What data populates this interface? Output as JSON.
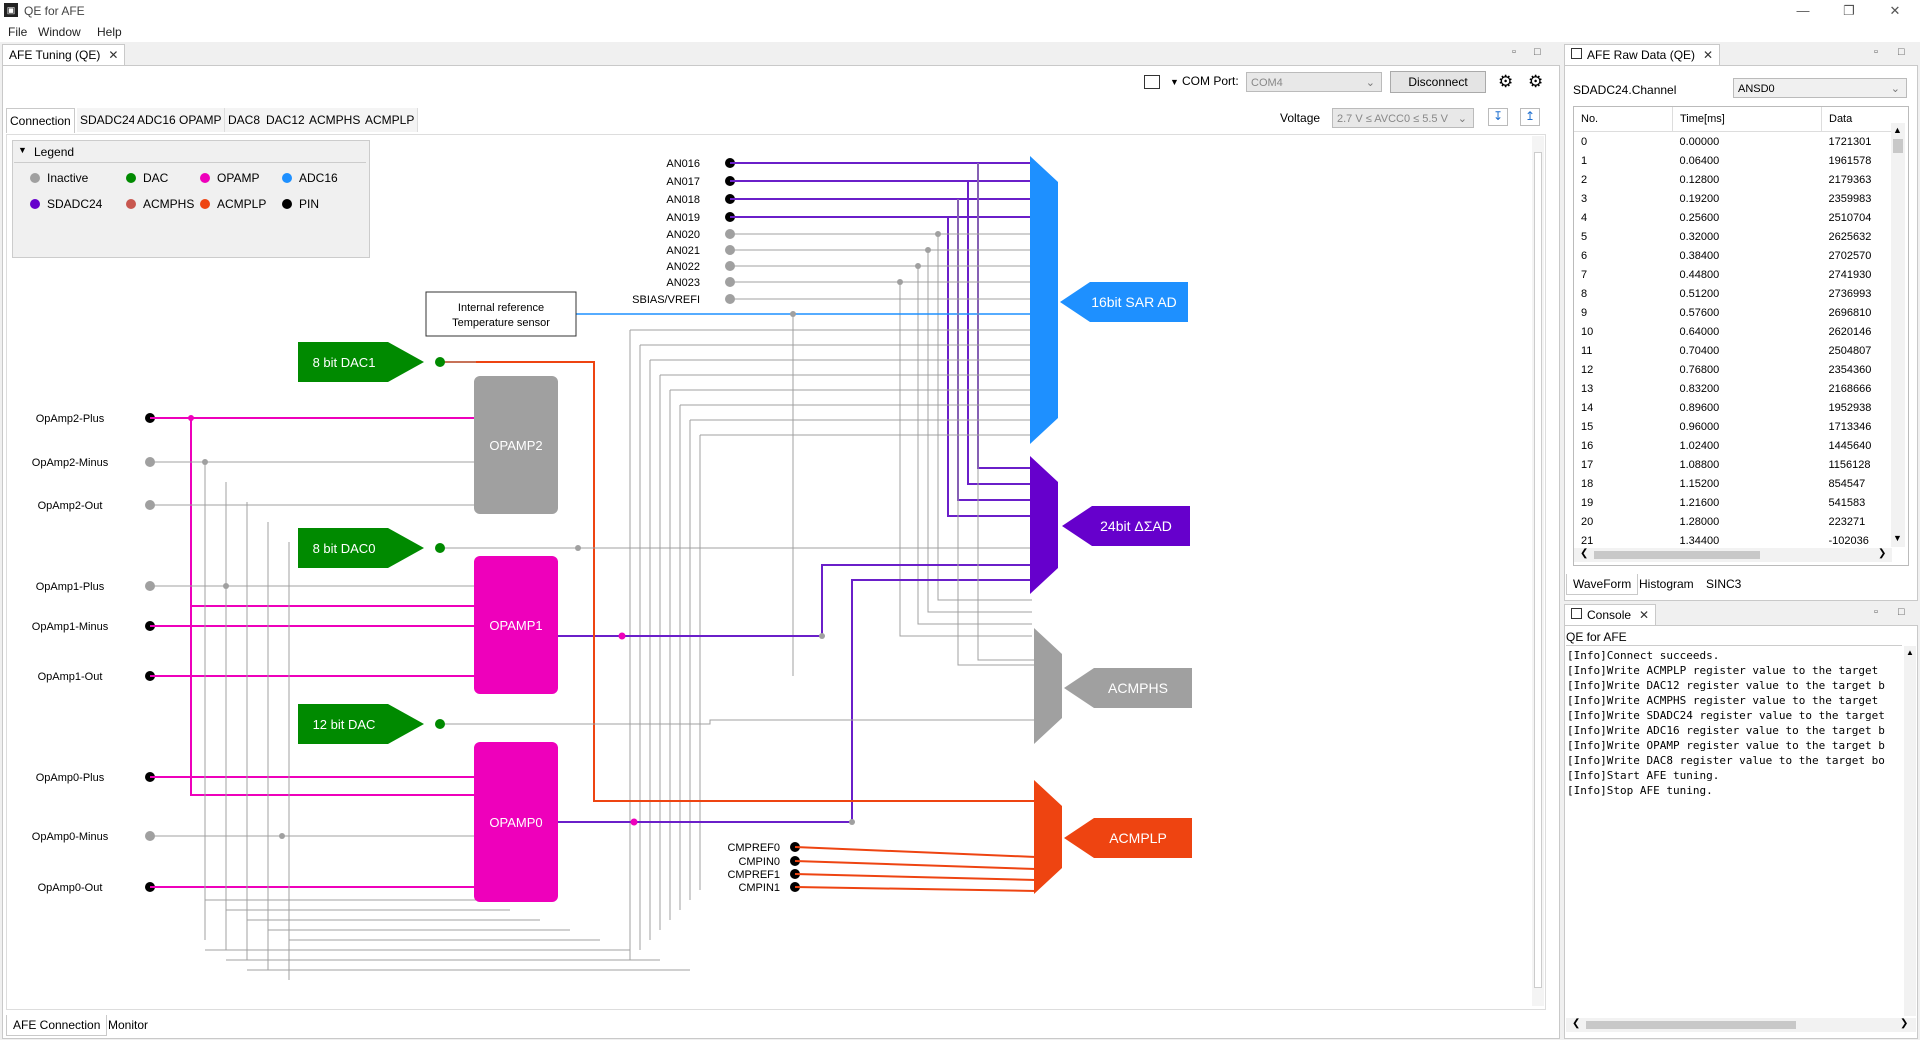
{
  "window": {
    "title": "QE for AFE"
  },
  "menu": [
    "File",
    "Window",
    "Help"
  ],
  "left_panel": {
    "tab": "AFE Tuning (QE)",
    "com_port_label": "COM Port:",
    "com_port_value": "COM4",
    "disconnect": "Disconnect",
    "voltage_label": "Voltage",
    "voltage_value": "2.7 V ≤ AVCC0 ≤ 5.5 V",
    "subtabs": [
      "Connection",
      "SDADC24",
      "ADC16",
      "OPAMP",
      "DAC8",
      "DAC12",
      "ACMPHS",
      "ACMPLP"
    ],
    "bottom_tabs": [
      "AFE Connection",
      "Monitor"
    ]
  },
  "legend": {
    "title": "Legend",
    "items": [
      "Inactive",
      "DAC",
      "OPAMP",
      "ADC16",
      "SDADC24",
      "ACMPHS",
      "ACMPLP",
      "PIN"
    ],
    "colors": [
      "#a0a0a0",
      "#008a00",
      "#ee00bb",
      "#1e90ff",
      "#6600cc",
      "#c8574f",
      "#ee4411",
      "#000000"
    ]
  },
  "diagram": {
    "an_pins": [
      "AN016",
      "AN017",
      "AN018",
      "AN019",
      "AN020",
      "AN021",
      "AN022",
      "AN023",
      "SBIAS/VREFI"
    ],
    "internal_ref": [
      "Internal reference",
      "Temperature sensor"
    ],
    "dac1": "8 bit DAC1",
    "dac0": "8 bit DAC0",
    "dac12": "12 bit DAC",
    "opamp2": "OPAMP2",
    "opamp1": "OPAMP1",
    "opamp0": "OPAMP0",
    "op_pins": [
      "OpAmp2-Plus",
      "OpAmp2-Minus",
      "OpAmp2-Out",
      "OpAmp1-Plus",
      "OpAmp1-Minus",
      "OpAmp1-Out",
      "OpAmp0-Plus",
      "OpAmp0-Minus",
      "OpAmp0-Out"
    ],
    "sar_label": "16bit SAR AD",
    "sd_label": "24bit  ΔΣAD",
    "acmphs_label": "ACMPHS",
    "acmplp_label": "ACMPLP",
    "cmp_pins": [
      "CMPREF0",
      "CMPIN0",
      "CMPREF1",
      "CMPIN1"
    ]
  },
  "raw_panel": {
    "tab": "AFE Raw Data (QE)",
    "channel_label": "SDADC24.Channel",
    "channel_value": "ANSD0",
    "columns": [
      "No.",
      "Time[ms]",
      "Data"
    ],
    "rows": [
      [
        "0",
        "0.00000",
        "1721301"
      ],
      [
        "1",
        "0.06400",
        "1961578"
      ],
      [
        "2",
        "0.12800",
        "2179363"
      ],
      [
        "3",
        "0.19200",
        "2359983"
      ],
      [
        "4",
        "0.25600",
        "2510704"
      ],
      [
        "5",
        "0.32000",
        "2625632"
      ],
      [
        "6",
        "0.38400",
        "2702570"
      ],
      [
        "7",
        "0.44800",
        "2741930"
      ],
      [
        "8",
        "0.51200",
        "2736993"
      ],
      [
        "9",
        "0.57600",
        "2696810"
      ],
      [
        "10",
        "0.64000",
        "2620146"
      ],
      [
        "11",
        "0.70400",
        "2504807"
      ],
      [
        "12",
        "0.76800",
        "2354360"
      ],
      [
        "13",
        "0.83200",
        "2168666"
      ],
      [
        "14",
        "0.89600",
        "1952938"
      ],
      [
        "15",
        "0.96000",
        "1713346"
      ],
      [
        "16",
        "1.02400",
        "1445640"
      ],
      [
        "17",
        "1.08800",
        "1156128"
      ],
      [
        "18",
        "1.15200",
        "854547"
      ],
      [
        "19",
        "1.21600",
        "541583"
      ],
      [
        "20",
        "1.28000",
        "223271"
      ],
      [
        "21",
        "1.34400",
        "-102036"
      ]
    ],
    "bottom_tabs": [
      "WaveForm",
      "Histogram",
      "SINC3"
    ]
  },
  "console": {
    "tab": "Console",
    "heading": "QE for AFE",
    "lines": [
      "[Info]Connect succeeds.",
      "[Info]Write ACMPLP register value to the target",
      "[Info]Write DAC12 register value to the target b",
      "[Info]Write ACMPHS register value to the target",
      "[Info]Write SDADC24 register value to the target",
      "[Info]Write ADC16 register value to the target b",
      "[Info]Write OPAMP register value to the target b",
      "[Info]Write DAC8 register value to the target bo",
      "[Info]Start AFE tuning.",
      "[Info]Stop AFE tuning."
    ]
  }
}
